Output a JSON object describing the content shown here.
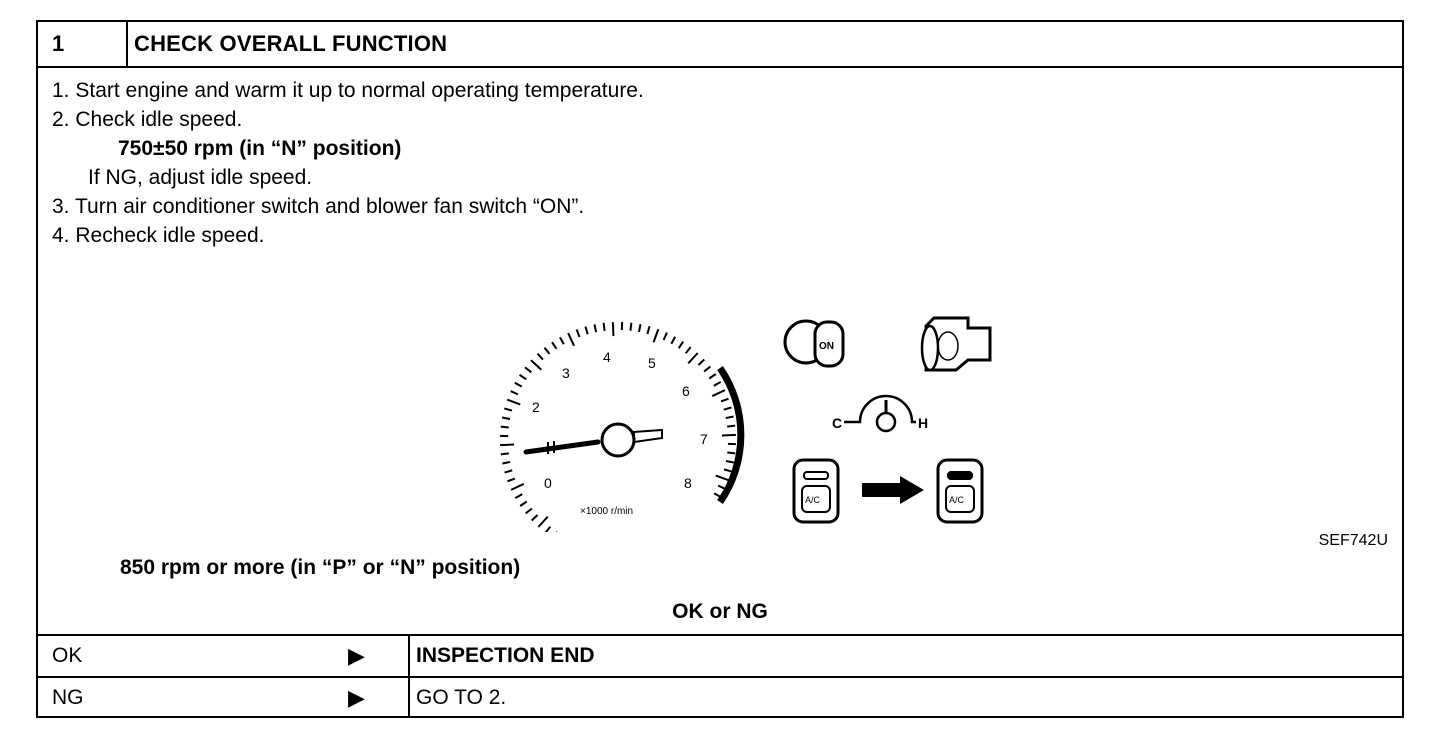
{
  "header": {
    "number": "1",
    "title": "CHECK OVERALL FUNCTION"
  },
  "steps": [
    "1.  Start engine and warm it up to normal operating temperature.",
    "2.  Check idle speed.",
    "750±50 rpm (in “N” position)",
    "If NG, adjust idle speed.",
    "3.  Turn air conditioner switch and blower fan switch “ON”.",
    "4.  Recheck idle speed."
  ],
  "figure": {
    "code": "SEF742U",
    "tach_numbers": [
      "0",
      "2",
      "3",
      "4",
      "5",
      "6",
      "7",
      "8"
    ],
    "tach_unit": "×1000 r/min",
    "key_label": "ON",
    "temp_cold": "C",
    "temp_hot": "H",
    "ac_label": "A/C",
    "icons": [
      "tachometer-icon",
      "ignition-key-icon",
      "engine-icon",
      "temperature-gauge-icon",
      "ac-switch-off-icon",
      "arrow-right-icon",
      "ac-switch-on-icon"
    ]
  },
  "spec_after": "850 rpm or more (in “P” or “N” position)",
  "decision_label": "OK or NG",
  "results": [
    {
      "label": "OK",
      "arrow": "▶",
      "result": "INSPECTION END"
    },
    {
      "label": "NG",
      "arrow": "▶",
      "result": "GO TO 2."
    }
  ]
}
